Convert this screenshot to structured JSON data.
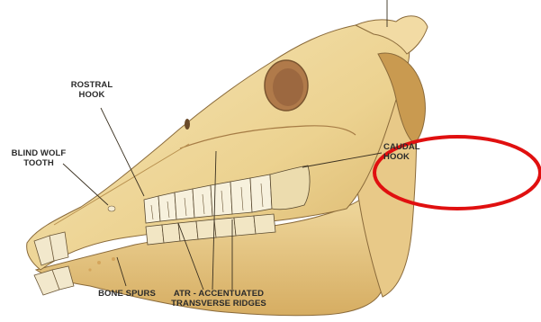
{
  "labels": {
    "rostral_hook": {
      "line1": "ROSTRAL",
      "line2": "HOOK"
    },
    "blind_wolf_tooth": {
      "line1": "BLIND WOLF",
      "line2": "TOOTH"
    },
    "caudal_hook": {
      "line1": "CAUDAL",
      "line2": "HOOK"
    },
    "bone_spurs": {
      "line1": "BONE SPURS"
    },
    "atr": {
      "line1": "ATR - ACCENTUATED",
      "line2": "TRANSVERSE RIDGES"
    }
  },
  "highlight": {
    "color": "#e01010",
    "shape": "ellipse",
    "target": "caudal-hook-label"
  },
  "colors": {
    "bone_light": "#f3dfa8",
    "bone_mid": "#e6c784",
    "bone_shadow": "#c79a55",
    "tooth": "#f7f2e2",
    "line": "#5a4a30"
  }
}
